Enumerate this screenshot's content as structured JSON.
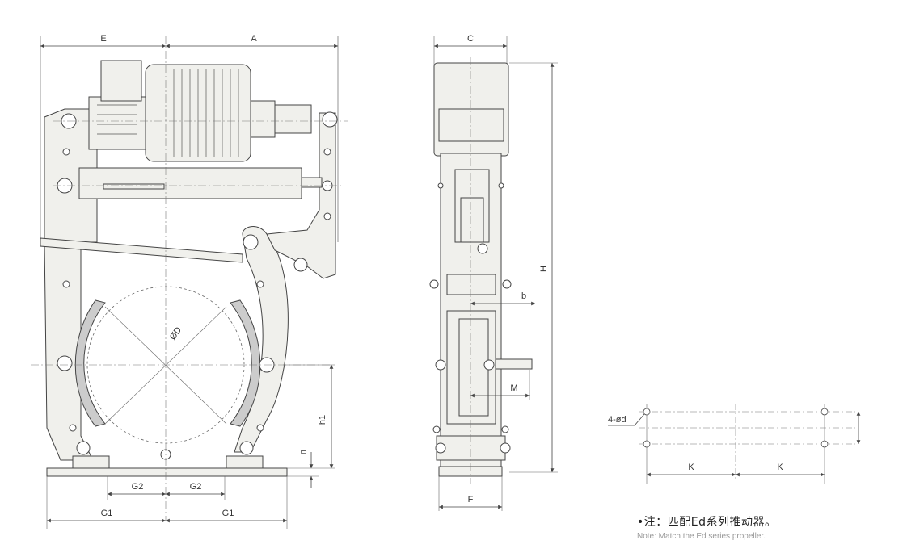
{
  "labels": {
    "E": "E",
    "A": "A",
    "C": "C",
    "H": "H",
    "b": "b",
    "M": "M",
    "F": "F",
    "D": "ØD",
    "h1": "h1",
    "n": "n",
    "G2_left": "G2",
    "G2_right": "G2",
    "G1_left": "G1",
    "G1_right": "G1",
    "hole": "4-ød",
    "K_left": "K",
    "K_right": "K"
  },
  "note": {
    "cn": "•注：匹配Ed系列推动器。",
    "en": "Note: Match the Ed series propeller."
  }
}
